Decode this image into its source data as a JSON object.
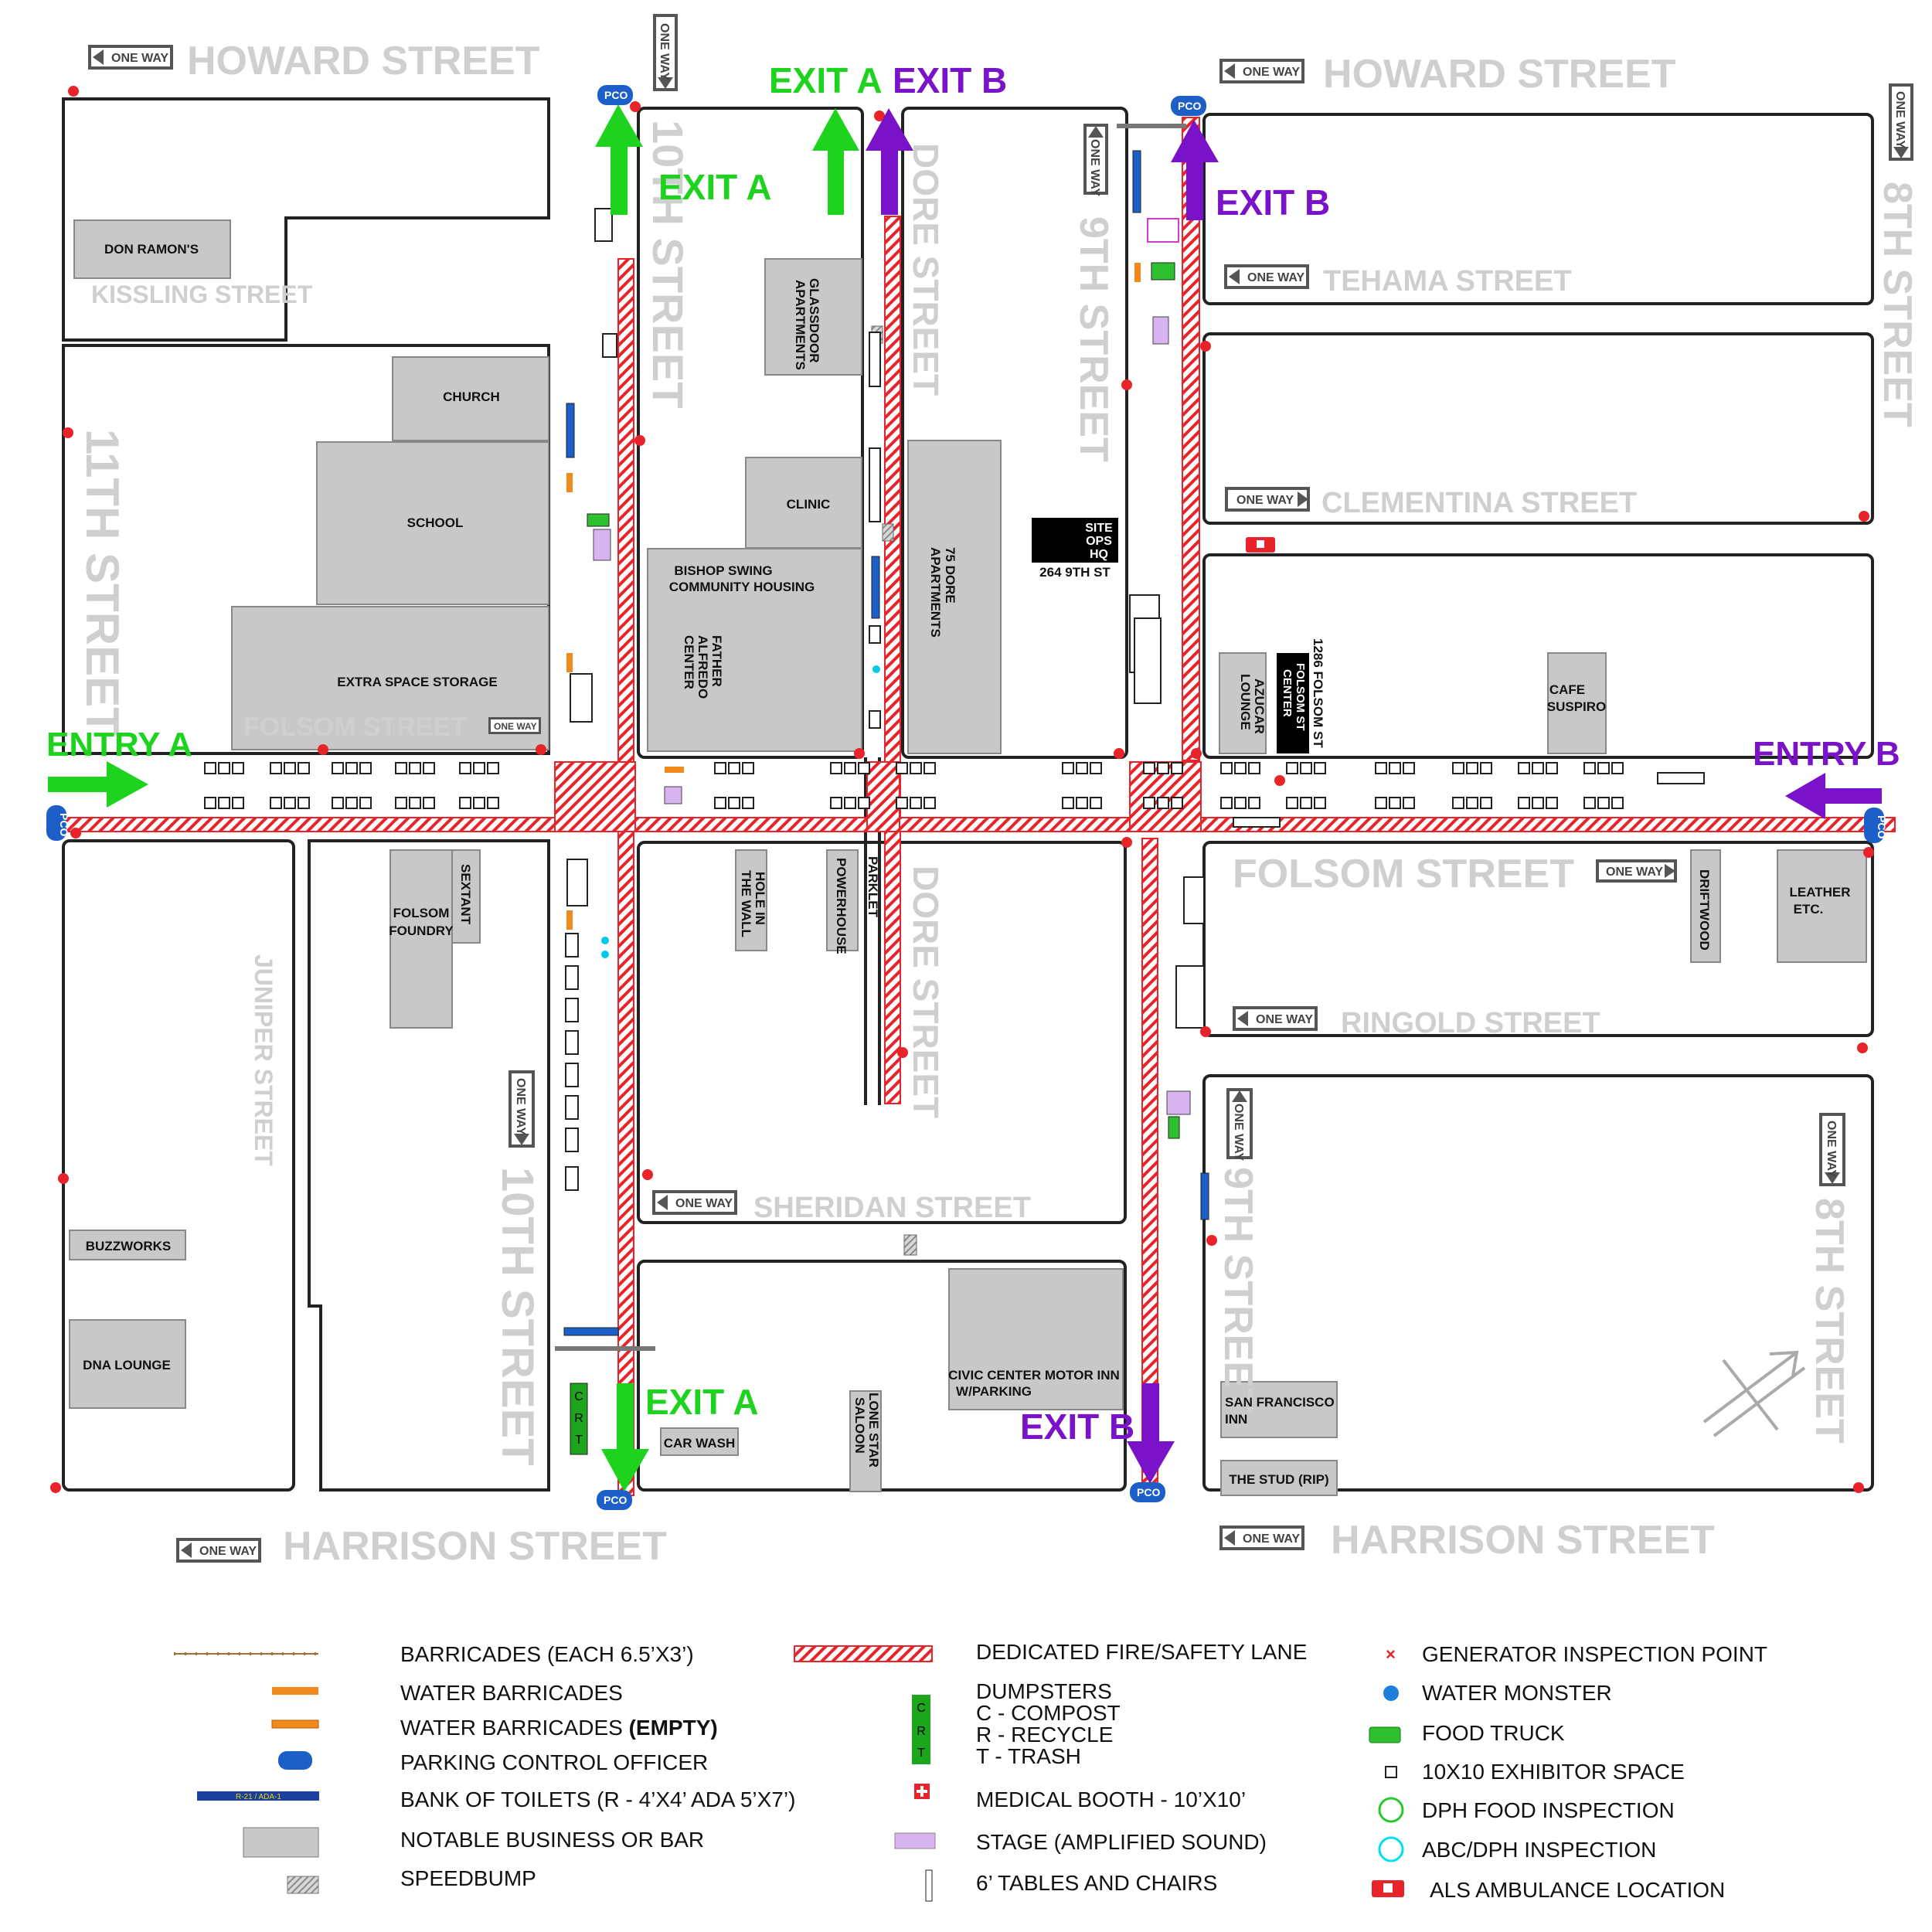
{
  "streets": {
    "howard_left": "HOWARD STREET",
    "howard_right": "HOWARD STREET",
    "harrison_left": "HARRISON STREET",
    "harrison_right": "HARRISON STREET",
    "folsom_upper": "FOLSOM STREET",
    "folsom_lower": "FOLSOM STREET",
    "eleventh": "11TH STREET",
    "tenth_upper": "10TH STREET",
    "tenth_lower": "10TH STREET",
    "ninth_upper": "9TH STREET",
    "ninth_lower": "9TH STREET",
    "eighth_upper": "8TH STREET",
    "eighth_lower": "8TH STREET",
    "dore_upper": "DORE STREET",
    "dore_lower": "DORE STREET",
    "kissling": "KISSLING STREET",
    "juniper": "JUNIPER STREET",
    "sheridan": "SHERIDAN STREET",
    "tehama": "TEHAMA STREET",
    "clementina": "CLEMENTINA STREET",
    "ringold": "RINGOLD STREET"
  },
  "one_way_label": "ONE WAY",
  "businesses": {
    "don_ramons": "DON RAMON'S",
    "church": "CHURCH",
    "school": "SCHOOL",
    "extra_space": "EXTRA SPACE STORAGE",
    "glassdoor_1": "GLASSDOOR",
    "glassdoor_2": "APARTMENTS",
    "clinic": "CLINIC",
    "bishop_1": "BISHOP SWING",
    "bishop_2": "COMMUNITY HOUSING",
    "father_1": "FATHER",
    "father_2": "ALFREDO",
    "father_3": "CENTER",
    "dore75_1": "75 DORE",
    "dore75_2": "APARTMENTS",
    "site_1": "SITE",
    "site_2": "OPS",
    "site_3": "HQ",
    "site_addr": "264 9TH ST",
    "azucar_1": "AZUCAR",
    "azucar_2": "LOUNGE",
    "fsc_1": "FOLSOM ST",
    "fsc_2": "CENTER",
    "fsc_addr": "1286 FOLSOM ST",
    "cafe_1": "CAFE",
    "cafe_2": "SUSPIRO",
    "folsom_foundry_1": "FOLSOM",
    "folsom_foundry_2": "FOUNDRY",
    "sextant": "SEXTANT",
    "hole_1": "HOLE IN",
    "hole_2": "THE WALL",
    "powerhouse": "POWERHOUSE",
    "parklet": "PARKLET",
    "driftwood": "DRIFTWOOD",
    "leather_1": "LEATHER",
    "leather_2": "ETC.",
    "buzzworks": "BUZZWORKS",
    "dna": "DNA LOUNGE",
    "car_wash": "CAR WASH",
    "lone_1": "LONE STAR",
    "lone_2": "SALOON",
    "civic_1": "CIVIC CENTER MOTOR INN",
    "civic_2": "W/PARKING",
    "sf_inn_1": "SAN FRANCISCO",
    "sf_inn_2": "INN",
    "stud": "THE STUD (RIP)"
  },
  "flow": {
    "exit_a": "EXIT A",
    "exit_b": "EXIT B",
    "entry_a": "ENTRY A",
    "entry_b": "ENTRY B",
    "pco": "PCO",
    "crt": [
      "C",
      "R",
      "T"
    ]
  },
  "colors": {
    "exit_a": "#1ed31e",
    "exit_b": "#7a12c9",
    "fire_lane": "#e8232a",
    "building": "#c8c8c8",
    "street_label": "#cfcfcf",
    "water_barricade": "#f08a1c",
    "toilets": "#1c5fc9"
  },
  "legend": {
    "barricades": "BARRICADES (EACH 6.5’X3’)",
    "water_barricades": "WATER BARRICADES",
    "water_barricades_empty_a": "WATER BARRICADES ",
    "water_barricades_empty_b": "(EMPTY)",
    "pco": "PARKING CONTROL OFFICER",
    "toilets": "BANK OF TOILETS (R - 4’X4’ ADA 5’X7’)",
    "toilet_swatch": "R-21 / ADA-1",
    "business": "NOTABLE BUSINESS OR BAR",
    "speedbump": "SPEEDBUMP",
    "fire_lane": "DEDICATED FIRE/SAFETY LANE",
    "dumpsters": "DUMPSTERS",
    "compost": "C - COMPOST",
    "recycle": "R - RECYCLE",
    "trash": "T - TRASH",
    "medical": "MEDICAL BOOTH - 10’X10’",
    "stage": "STAGE (AMPLIFIED SOUND)",
    "tables": "6’ TABLES AND CHAIRS",
    "generator": "GENERATOR INSPECTION POINT",
    "water_monster": "WATER MONSTER",
    "food_truck": "FOOD TRUCK",
    "exhibitor": "10X10 EXHIBITOR SPACE",
    "dph": "DPH FOOD INSPECTION",
    "abc": "ABC/DPH INSPECTION",
    "ambulance": "ALS AMBULANCE LOCATION"
  }
}
